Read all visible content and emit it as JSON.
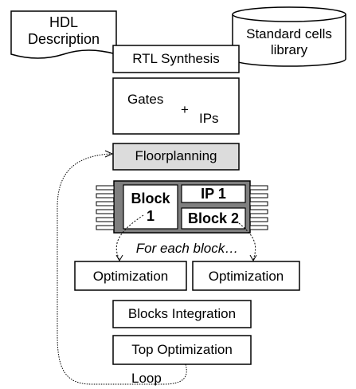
{
  "nodes": {
    "hdl": "HDL\nDescription",
    "cells": "Standard cells\nlibrary",
    "rtl": "RTL Synthesis",
    "gates": "Gates",
    "plus": "+",
    "ips": "IPs",
    "floorplanning": "Floorplanning",
    "block1": "Block\n1",
    "ip1": "IP 1",
    "block2": "Block 2",
    "for_each": "For each block…",
    "opt_left": "Optimization",
    "opt_right": "Optimization",
    "blocks_integration": "Blocks Integration",
    "top_optimization": "Top Optimization",
    "loop": "Loop"
  },
  "colors": {
    "floorplan_fill": "#dcdcdc",
    "chip_border": "#7f7f7f",
    "line": "#000000"
  }
}
